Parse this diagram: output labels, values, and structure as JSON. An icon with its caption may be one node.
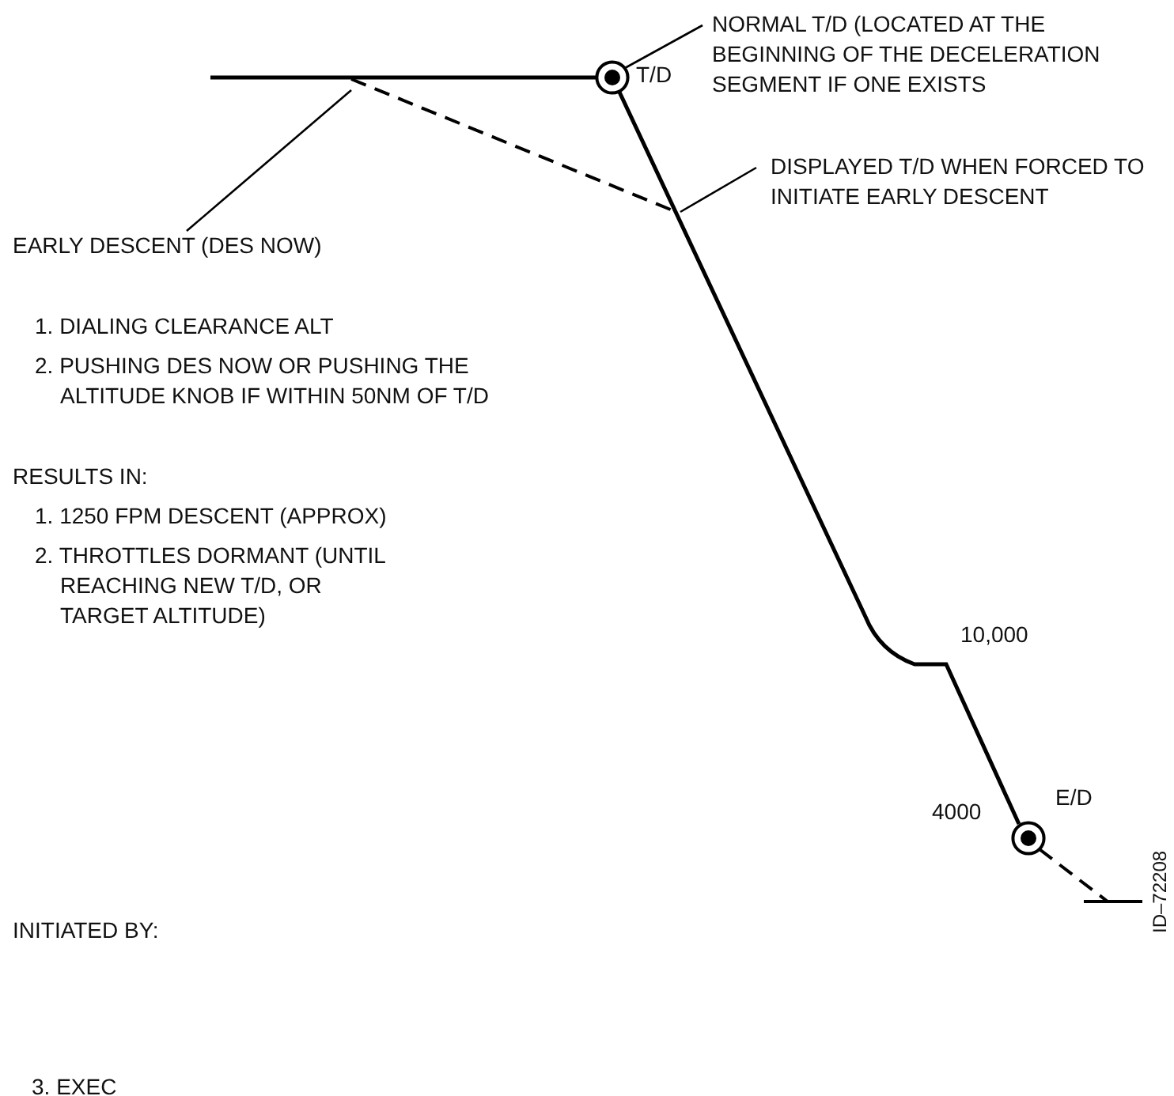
{
  "diagram": {
    "nodes": [
      {
        "text": [],
        "shape": "circle",
        "beside": [
          "T/D"
        ]
      },
      {
        "text": [],
        "shape": "circle",
        "beside": [
          "E/D"
        ]
      },
      {
        "text": [
          "NORMAL T/D (LOCATED AT THE BEGINNING OF THE DECELERATION SEGMENT IF ONE EXISTS"
        ]
      },
      {
        "text": [
          "DISPLAYED T/D WHEN FORCED TO INITIATE EARLY DESCENT"
        ]
      },
      {
        "text": [
          "EARLY DESCENT (DES NOW)"
        ]
      }
    ],
    "edges": [
      {
        "from": 2,
        "to": 0,
        "arrow": "none"
      },
      {
        "from": 3,
        "to": null,
        "arrow": "none"
      },
      {
        "from": 4,
        "to": null,
        "arrow": "none"
      }
    ],
    "labels": [
      "1. DIALING CLEARANCE ALT",
      "2. PUSHING DES NOW OR PUSHING THE ALTITUDE KNOB IF WITHIN 50NM OF T/D",
      "RESULTS IN:",
      "1. 1250 FPM DESCENT (APPROX)",
      "2. THROTTLES DORMANT (UNTIL REACHING NEW T/D, OR TARGET ALTITUDE)",
      "10,000",
      "4000",
      "ID–72208",
      "INITIATED BY:",
      "3. EXEC"
    ]
  }
}
